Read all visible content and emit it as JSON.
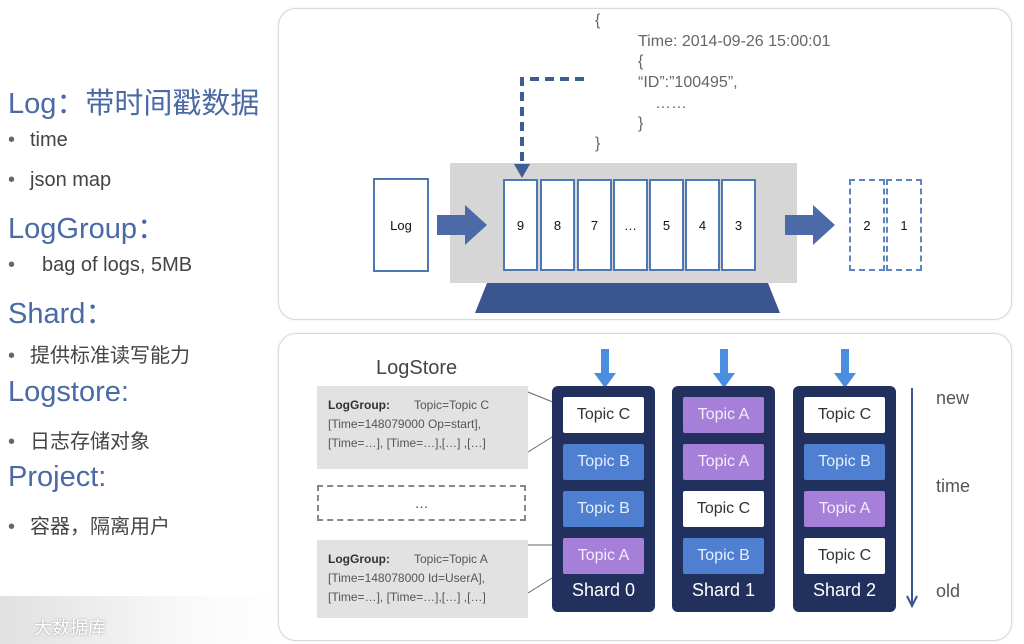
{
  "left": {
    "sections": [
      {
        "heading": "Log：带时间戳数据",
        "bullets": [
          "time",
          "json map"
        ]
      },
      {
        "heading": "LogGroup：",
        "bullets": [
          "bag of logs, 5MB"
        ]
      },
      {
        "heading": "Shard：",
        "bullets": [
          "提供标准读写能力"
        ]
      },
      {
        "heading": "Logstore:",
        "bullets": [
          "日志存储对象"
        ]
      },
      {
        "heading": "Project:",
        "bullets": [
          "容器，隔离用户"
        ]
      }
    ],
    "bullet_glyph": "•"
  },
  "top": {
    "json": {
      "open": "{",
      "time": "Time: 2014-09-26 15:00:01",
      "inner_open": "{",
      "id": "“ID”:”100495”,",
      "ellipsis": "……",
      "inner_close": "}",
      "close": "}"
    },
    "log_box": "Log",
    "queue": [
      "9",
      "8",
      "7",
      "…",
      "5",
      "4",
      "3"
    ],
    "consumed": [
      "2",
      "1"
    ]
  },
  "bottom": {
    "title": "LogStore",
    "loggroups": [
      {
        "title": "LogGroup:",
        "topic": "Topic=Topic C",
        "line2": "[Time=148079000 Op=start],",
        "line3": "[Time=…], [Time=…],[…] ,[…]"
      },
      {
        "title": "LogGroup:",
        "topic": "Topic=Topic A",
        "line2": "[Time=148078000 Id=UserA],",
        "line3": "[Time=…], [Time=…],[…] ,[…]"
      }
    ],
    "middle_ellipsis": "…",
    "shards": [
      {
        "name": "Shard 0",
        "topics": [
          {
            "label": "Topic C",
            "color": "white"
          },
          {
            "label": "Topic B",
            "color": "blue"
          },
          {
            "label": "Topic B",
            "color": "blue"
          },
          {
            "label": "Topic A",
            "color": "purple"
          }
        ]
      },
      {
        "name": "Shard 1",
        "topics": [
          {
            "label": "Topic A",
            "color": "purple"
          },
          {
            "label": "Topic A",
            "color": "purple"
          },
          {
            "label": "Topic C",
            "color": "white"
          },
          {
            "label": "Topic B",
            "color": "blue"
          }
        ]
      },
      {
        "name": "Shard 2",
        "topics": [
          {
            "label": "Topic C",
            "color": "white"
          },
          {
            "label": "Topic B",
            "color": "blue"
          },
          {
            "label": "Topic A",
            "color": "purple"
          },
          {
            "label": "Topic C",
            "color": "white"
          }
        ]
      }
    ],
    "time_axis": {
      "new": "new",
      "time": "time",
      "old": "old"
    }
  },
  "watermark": "大数据库",
  "colors": {
    "heading": "#4a6aa5",
    "shard_bg": "#22305e",
    "topic_blue": "#4f7fd0",
    "topic_purple": "#a67fd9",
    "arrow": "#4d6aa8",
    "cell_border": "#4d78b5"
  }
}
